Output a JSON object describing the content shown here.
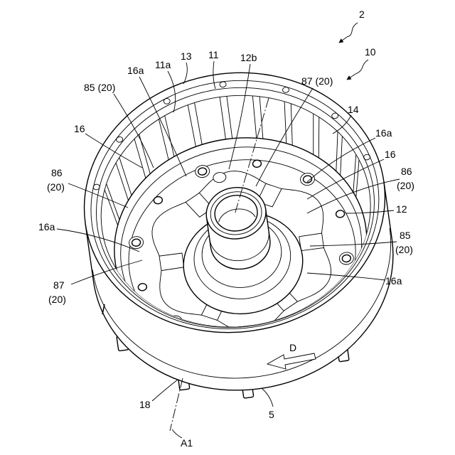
{
  "figure": {
    "labels": {
      "ref_2": "2",
      "ref_10": "10",
      "ref_13": "13",
      "ref_11": "11",
      "ref_12b": "12b",
      "ref_16a_top": "16a",
      "ref_11a": "11a",
      "ref_85_20_top": "85 (20)",
      "ref_87_20_top": "87 (20)",
      "ref_14": "14",
      "ref_16_left": "16",
      "ref_16a_upper_right": "16a",
      "ref_16_right": "16",
      "ref_86_left": "86",
      "ref_20_86_left": "(20)",
      "ref_86_right": "86",
      "ref_20_86_right": "(20)",
      "ref_12": "12",
      "ref_16a_left": "16a",
      "ref_85_right": "85",
      "ref_20_85_right": "(20)",
      "ref_87_left": "87",
      "ref_20_87_left": "(20)",
      "ref_16a_lower_right": "16a",
      "ref_d": "D",
      "ref_18": "18",
      "ref_5": "5",
      "ref_a1": "A1"
    },
    "colors": {
      "line": "#000000",
      "background": "#ffffff"
    }
  }
}
